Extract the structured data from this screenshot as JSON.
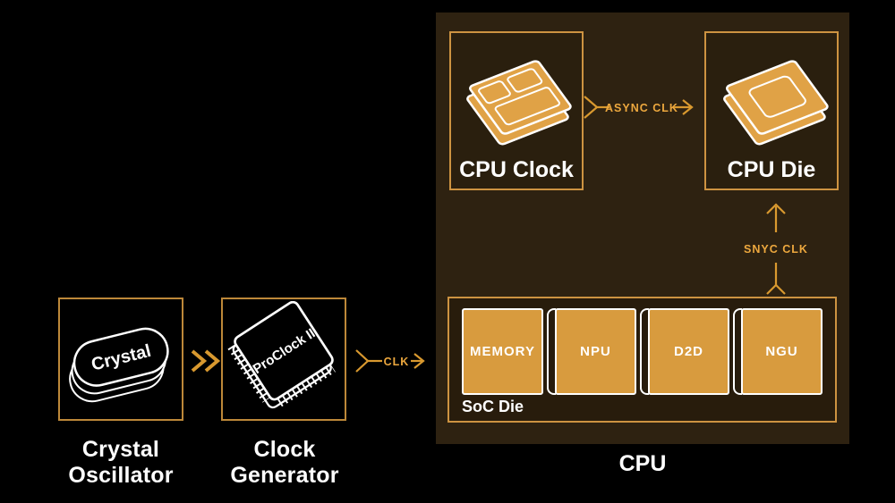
{
  "colors": {
    "background": "#000000",
    "panel": "#2e2211",
    "panel-inner": "#2a1f0e",
    "soc-inner": "#281c0c",
    "box-border": "#bd8839",
    "panel-box-border": "#cd9341",
    "arrow": "#d9992f",
    "label-orange": "#eda83e",
    "block-fill": "#d89b3e",
    "die-fill": "#e0a246",
    "white": "#ffffff"
  },
  "nodes": {
    "crystal_oscillator": {
      "icon_label": "Crystal",
      "caption_line1": "Crystal",
      "caption_line2": "Oscillator"
    },
    "clock_generator": {
      "icon_label": "ProClock II",
      "caption_line1": "Clock",
      "caption_line2": "Generator"
    },
    "cpu": {
      "caption": "CPU",
      "cpu_clock": {
        "label": "CPU Clock"
      },
      "cpu_die": {
        "label": "CPU Die"
      },
      "soc_die": {
        "label": "SoC Die",
        "blocks": [
          "MEMORY",
          "NPU",
          "D2D",
          "NGU"
        ]
      }
    }
  },
  "arrows": {
    "clk": {
      "label": "CLK"
    },
    "async_clk": {
      "label": "ASYNC CLK"
    },
    "sync_clk": {
      "label": "SNYC CLK"
    }
  }
}
